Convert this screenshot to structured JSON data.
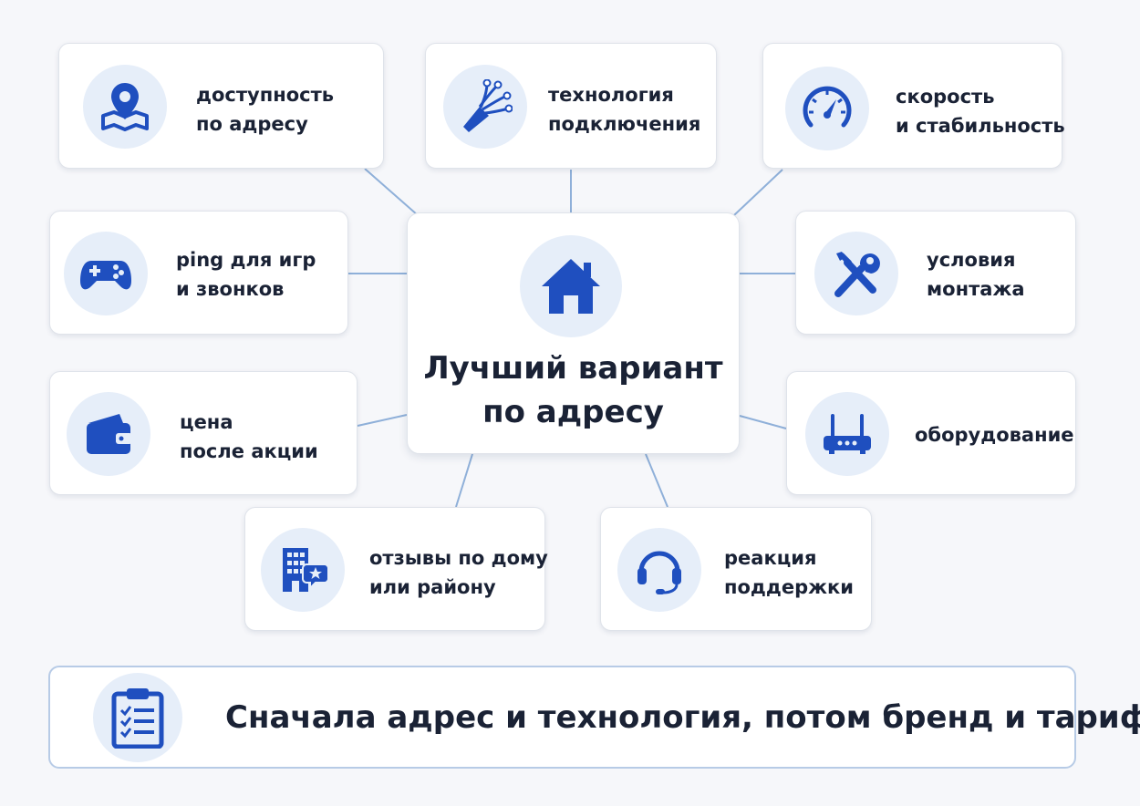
{
  "center": {
    "title_line1": "Лучший вариант",
    "title_line2": "по адресу",
    "icon": "house-icon"
  },
  "factors": [
    {
      "line1": "доступность",
      "line2": "по адресу",
      "icon": "map-pin-icon"
    },
    {
      "line1": "технология",
      "line2": "подключения",
      "icon": "fiber-cable-icon"
    },
    {
      "line1": "скорость",
      "line2": "и стабильность",
      "icon": "speedometer-icon"
    },
    {
      "line1": "ping для игр",
      "line2": "и звонков",
      "icon": "gamepad-icon"
    },
    {
      "line1": "условия",
      "line2": "монтажа",
      "icon": "tools-icon"
    },
    {
      "line1": "цена",
      "line2": "после акции",
      "icon": "wallet-icon"
    },
    {
      "line1": "оборудование",
      "line2": "",
      "icon": "router-icon"
    },
    {
      "line1": "отзывы по дому",
      "line2": "или району",
      "icon": "building-star-icon"
    },
    {
      "line1": "реакция",
      "line2": "поддержки",
      "icon": "headset-icon"
    }
  ],
  "footer": {
    "text": "Сначала адрес и технология, потом бренд и тариф",
    "icon": "checklist-icon"
  },
  "colors": {
    "accent": "#1f4fbf",
    "icon_bg": "#e6eef9",
    "connector": "#8fb0d9",
    "text": "#1a2235"
  }
}
